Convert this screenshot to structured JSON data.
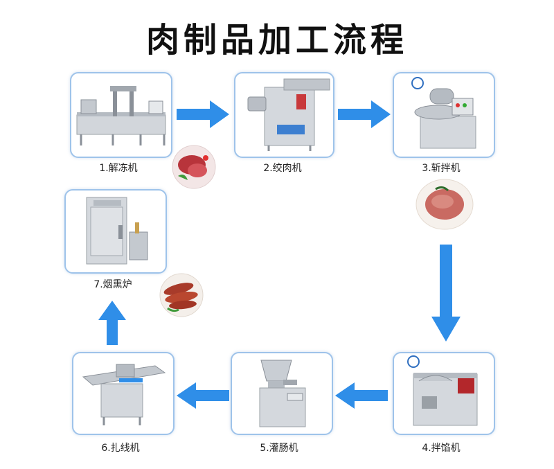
{
  "title": "肉制品加工流程",
  "colors": {
    "arrow": "#2f8ee8",
    "card_border": "#9ec3ea",
    "steel": "#c9ced4"
  },
  "steps": [
    {
      "label": "1.解冻机",
      "icon": "thawing-machine"
    },
    {
      "label": "2.绞肉机",
      "icon": "meat-grinder"
    },
    {
      "label": "3.斩拌机",
      "icon": "bowl-cutter"
    },
    {
      "label": "4.拌馅机",
      "icon": "stuffing-mixer"
    },
    {
      "label": "5.灌肠机",
      "icon": "sausage-filler"
    },
    {
      "label": "6.扎线机",
      "icon": "sausage-tying-machine"
    },
    {
      "label": "7.烟熏炉",
      "icon": "smoking-oven"
    }
  ],
  "dishes": [
    {
      "name": "raw-meat-photo"
    },
    {
      "name": "minced-meat-photo"
    },
    {
      "name": "smoked-sausage-photo"
    }
  ]
}
